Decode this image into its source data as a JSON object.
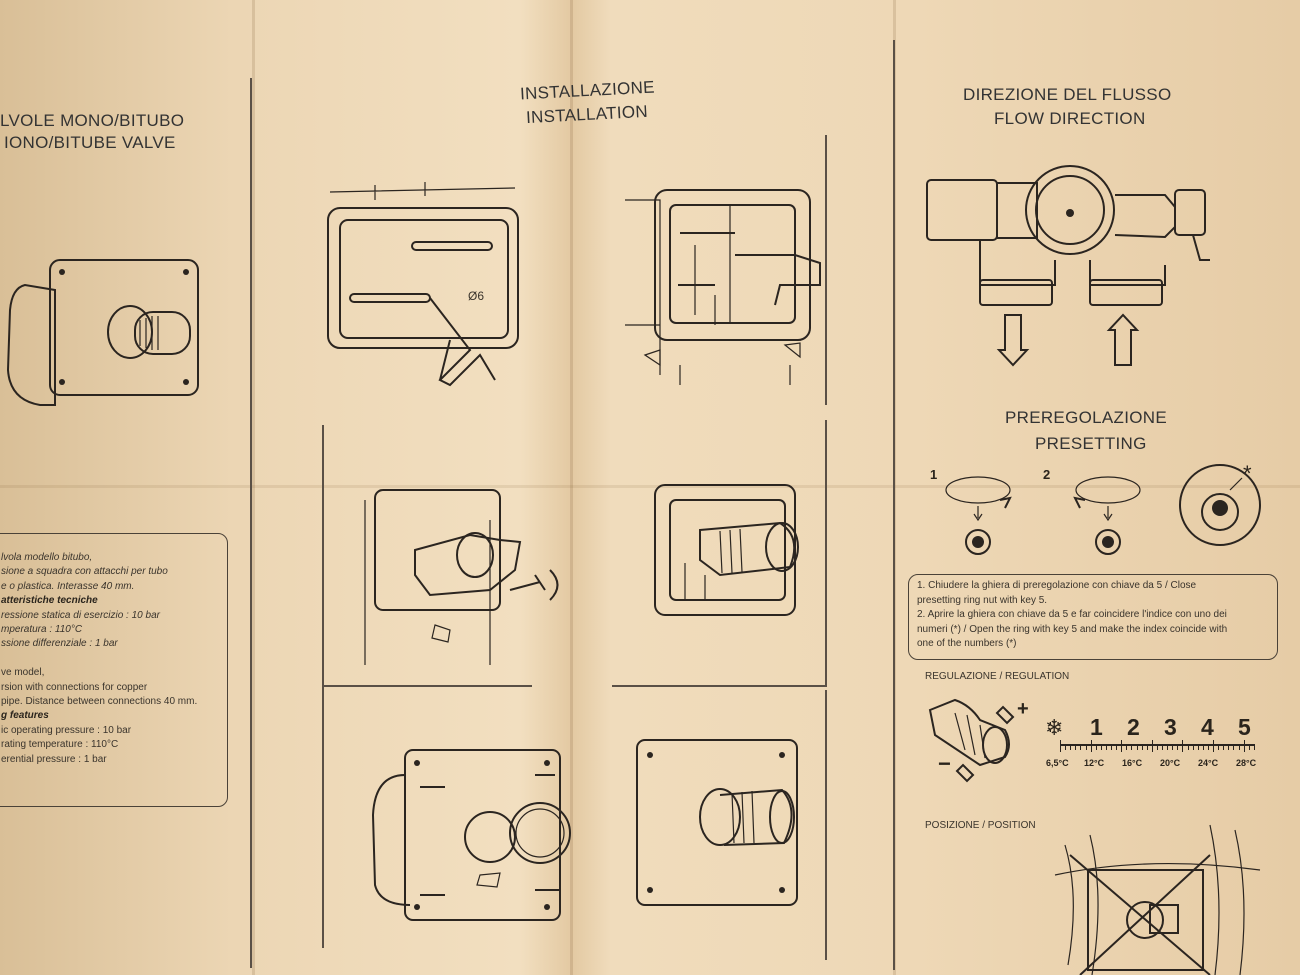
{
  "left_panel": {
    "title_it": "LVOLE MONO/BITUBO",
    "title_en": "IONO/BITUBE VALVE",
    "spec_lines": [
      "lvola modello bitubo,",
      "sione a squadra con  attacchi per tubo",
      "e o plastica. Interasse 40 mm.",
      "atteristiche tecniche",
      "ressione statica di esercizio : 10 bar",
      "mperatura : 110°C",
      "ssione differenziale : 1 bar",
      "",
      "ve model,",
      "rsion with connections for copper",
      "pipe. Distance between connections 40 mm.",
      "g features",
      "ic operating pressure : 10 bar",
      "rating temperature : 110°C",
      "erential pressure : 1 bar"
    ]
  },
  "middle_panel": {
    "title_it": "INSTALLAZIONE",
    "title_en": "INSTALLATION",
    "drill_label": "Ø6"
  },
  "right_panel": {
    "flow_title_it": "DIREZIONE DEL FLUSSO",
    "flow_title_en": "FLOW DIRECTION",
    "preset_title_it": "PREREGOLAZIONE",
    "preset_title_en": "PRESETTING",
    "step1": "1",
    "step2": "2",
    "asterisk": "*",
    "preset_text": [
      "1. Chiudere la ghiera di preregolazione con chiave da 5 / Close",
      "presetting ring nut with key 5.",
      "2. Aprire la ghiera con chiave da 5 e far coincidere l'indice con uno dei",
      "numeri (*)  / Open the ring with key 5 and make the index coincide with",
      "one of the numbers (*)"
    ],
    "regulation_title": "REGULAZIONE / REGULATION",
    "plus": "+",
    "minus": "−",
    "snowflake": "❄",
    "scale_numbers": [
      "1",
      "2",
      "3",
      "4",
      "5"
    ],
    "scale_temps": [
      "6,5°C",
      "12°C",
      "16°C",
      "20°C",
      "24°C",
      "28°C"
    ],
    "position_title": "POSIZIONE / POSITION"
  },
  "colors": {
    "paper": "#ecd6b4",
    "ink": "#2b2520"
  }
}
